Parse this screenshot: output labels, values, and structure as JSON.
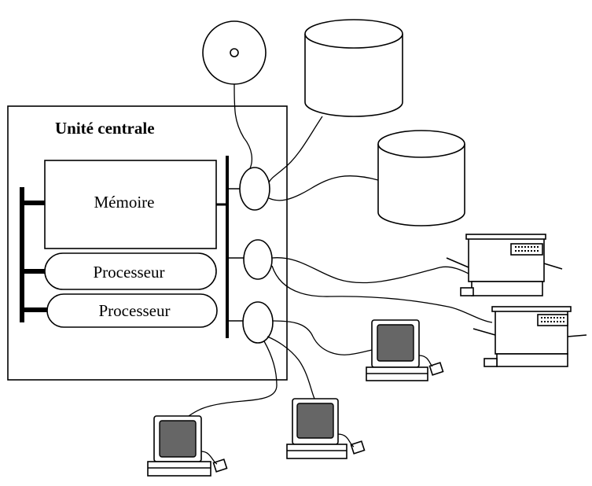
{
  "diagram": {
    "central_unit_label": "Unité centrale",
    "memory_label": "Mémoire",
    "processor1_label": "Processeur",
    "processor2_label": "Processeur"
  },
  "colors": {
    "line": "#000000",
    "screen": "#666666",
    "background": "#ffffff"
  },
  "icons": [
    "disk-icon",
    "cylinder-storage-icon",
    "printer-icon",
    "terminal-icon",
    "io-controller-icon"
  ]
}
